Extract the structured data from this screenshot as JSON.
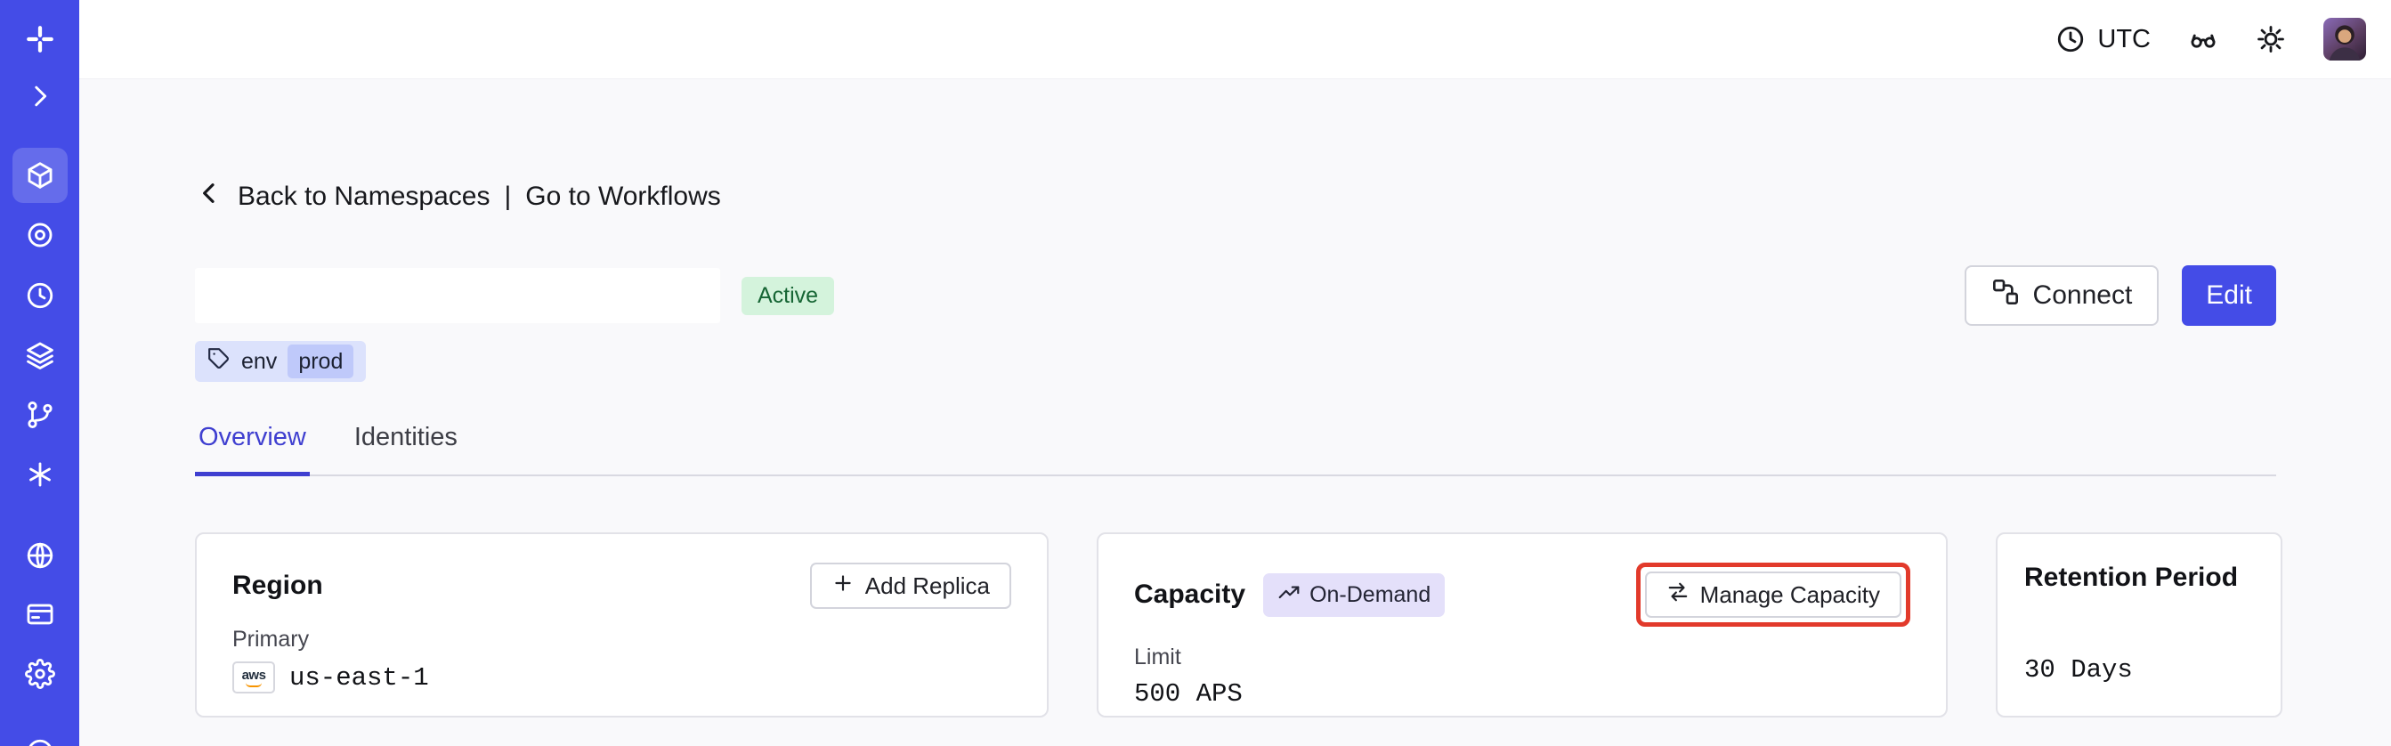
{
  "colors": {
    "sidebar_bg": "#444CE7",
    "accent": "#444CE7",
    "active_badge_bg": "#D4F3DC",
    "active_badge_text": "#166534",
    "tag_chip_bg": "#DCE2FC",
    "tag_value_bg": "#BFC9FA",
    "ondemand_badge_bg": "#E4E0FA",
    "annotation_red": "#E23A2B",
    "content_bg": "#F9F9FB"
  },
  "sidebar": {
    "icons": [
      "temporal-logo",
      "chevron-right",
      "namespaces-cube",
      "target",
      "clock",
      "layers",
      "branch",
      "asterisk",
      "globe",
      "billing-card",
      "gear",
      "partial-circle"
    ]
  },
  "topbar": {
    "timezone_label": "UTC",
    "icons": [
      "clock-icon",
      "glasses-icon",
      "sun-icon",
      "user-avatar"
    ]
  },
  "breadcrumb": {
    "back_label": "Back to Namespaces",
    "divider": "|",
    "workflows_label": "Go to Workflows"
  },
  "namespace_header": {
    "status_badge": "Active",
    "connect_button": "Connect",
    "edit_button": "Edit",
    "tag_key": "env",
    "tag_value": "prod"
  },
  "tabs": [
    {
      "label": "Overview",
      "active": true
    },
    {
      "label": "Identities",
      "active": false
    }
  ],
  "cards": {
    "region": {
      "title": "Region",
      "add_replica_button": "Add Replica",
      "label": "Primary",
      "provider": "aws",
      "value": "us-east-1"
    },
    "capacity": {
      "title": "Capacity",
      "badge": "On-Demand",
      "manage_button": "Manage Capacity",
      "label": "Limit",
      "value": "500 APS"
    },
    "retention": {
      "title": "Retention Period",
      "value": "30 Days"
    }
  }
}
